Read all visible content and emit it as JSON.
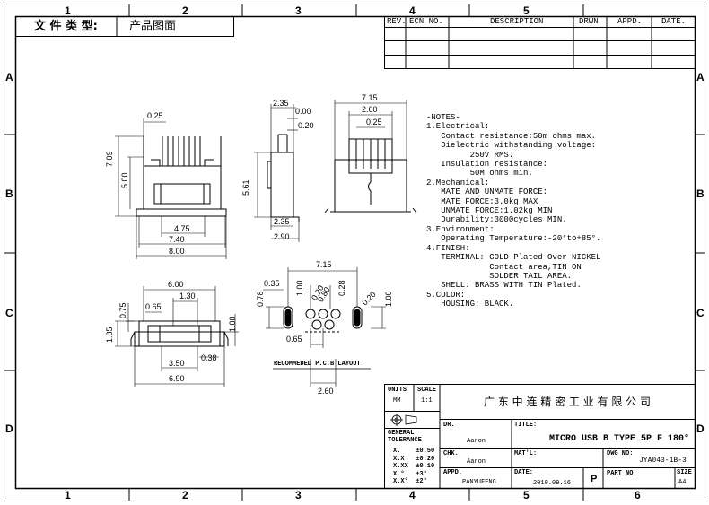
{
  "zones": {
    "columns": [
      "1",
      "2",
      "3",
      "4",
      "5",
      "6"
    ],
    "rows": [
      "A",
      "B",
      "C",
      "D"
    ]
  },
  "header": {
    "doc_type_label": "文 件 类 型:",
    "doc_type_value": "产品图面"
  },
  "revision_table": {
    "columns": [
      "REV.",
      "ECN NO.",
      "DESCRIPTION",
      "DRWN",
      "APPD.",
      "DATE."
    ]
  },
  "dimensions": {
    "front_top_pin_offset": "0.25",
    "front_height_total": "7.09",
    "front_height_inner": "5.00",
    "front_pin_span": "4.75",
    "front_width_inner": "7.40",
    "front_width_total": "8.00",
    "side_top_width": "2.35",
    "side_top_small_a": "0.00",
    "side_top_small_b": "0.20",
    "side_height": "5.61",
    "side_bottom_a": "2.35",
    "side_bottom_b": "2.90",
    "end_width_total": "7.15",
    "end_width_inner": "2.60",
    "end_pin_offset": "0.25",
    "bottom_width_a": "6.00",
    "bottom_width_b": "1.30",
    "bottom_small_a": "0.65",
    "bottom_small_b": "0.75",
    "bottom_height": "1.85",
    "bottom_side": "1.00",
    "bottom_pin": "3.50",
    "bottom_small_c": "0.38",
    "bottom_total": "6.90",
    "pcb_width": "7.15",
    "pcb_a": "0.35",
    "pcb_b": "1.00",
    "pcb_c": "0.78",
    "pcb_d": "0.20",
    "pcb_e": "0.28",
    "pcb_f": "0.20",
    "pcb_g": "0.80",
    "pcb_h": "1.00",
    "pcb_pitch": "0.65",
    "pcb_bottom": "2.60"
  },
  "pcb_layout_label": "RECOMMEDED P.C.B LAYOUT",
  "notes": [
    "-NOTES-",
    "1.Electrical:",
    "   Contact resistance:50m ohms max.",
    "   Dielectric withstanding voltage:",
    "         250V RMS.",
    "   Insulation resistance:",
    "         50M ohms min.",
    "2.Mechanical:",
    "   MATE AND UNMATE FORCE:",
    "   MATE FORCE:3.0kg MAX",
    "   UNMATE FORCE:1.02kg MIN",
    "   Durability:3000cycles MIN.",
    "3.Environment:",
    "   Operating Temperature:-20°to+85°.",
    "4.FINISH:",
    "   TERMINAL: GOLD Plated Over NICKEL",
    "             Contact area,TIN ON",
    "             SOLDER TAIL AREA.",
    "   SHELL: BRASS WITH TIN Plated.",
    "5.COLOR:",
    "   HOUSING: BLACK."
  ],
  "title_block": {
    "units_label": "UNITS",
    "units_value": "MM",
    "scale_label": "SCALE",
    "scale_value": "1:1",
    "company": "广 东 中 连 精 密 工 业 有 限 公 司",
    "general_tolerance_label": "GENERAL TOLERANCE",
    "tolerances": [
      "X.    ±0.50",
      "X.X   ±0.20",
      "X.XX  ±0.10",
      "X.°   ±3°",
      "X.X°  ±2°"
    ],
    "dr_label": "DR.",
    "dr_value": "Aaron",
    "chk_label": "CHK.",
    "chk_value": "Aaron",
    "appd_label": "APPD.",
    "appd_value": "PANYUFENG",
    "title_label": "TITLE:",
    "title_value": "MICRO USB B TYPE 5P F 180°",
    "matl_label": "MAT'L:",
    "dwg_no_label": "DWG NO:",
    "dwg_no_value": "JYA043-1B-3",
    "date_label": "DATE:",
    "date_value": "2010.09.16",
    "rev_value": "P",
    "part_no_label": "PART NO:",
    "size_label": "SIZE",
    "size_value": "A4"
  }
}
